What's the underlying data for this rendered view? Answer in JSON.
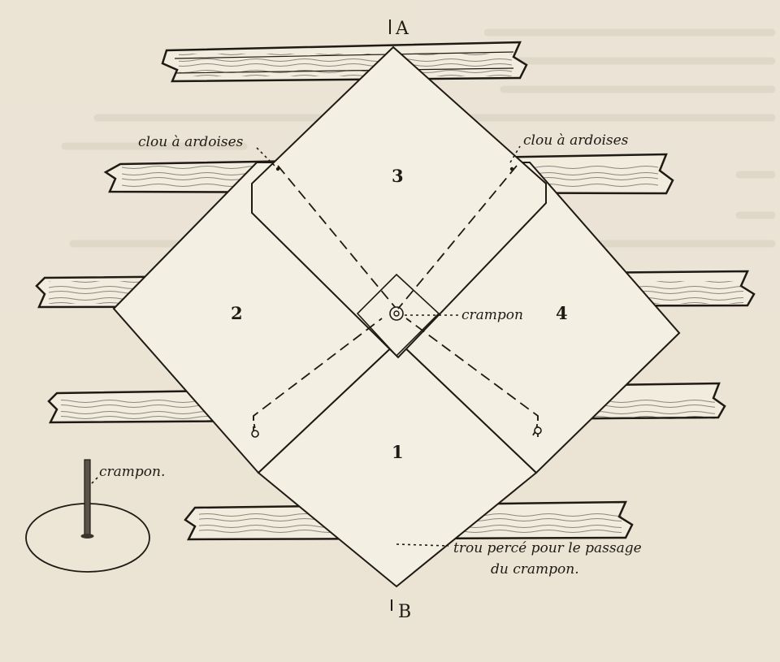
{
  "figure": {
    "label_top": "A",
    "label_bottom": "B",
    "slate_numbers": [
      "1",
      "2",
      "3",
      "4"
    ],
    "annotations": {
      "nail_left": "clou à ardoises",
      "nail_right": "clou à ardoises",
      "hook_center": "crampon",
      "hook_detail": "crampon.",
      "hole_line1": "trou percé pour le passage",
      "hole_line2": "du crampon."
    },
    "colors": {
      "paper": "#ebe4d6",
      "ink": "#1e1a14",
      "slate_fill": "#f4efe3"
    }
  }
}
